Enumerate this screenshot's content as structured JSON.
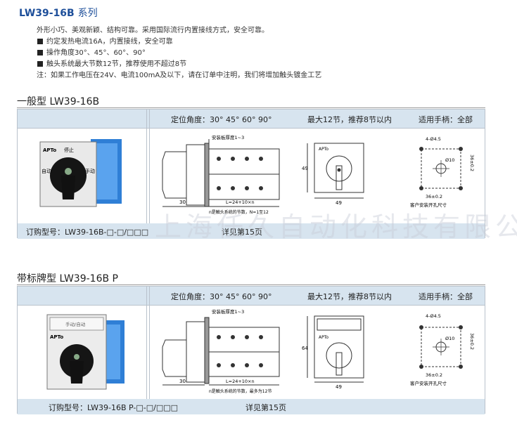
{
  "header": {
    "model": "LW39-16B",
    "series_suffix": "系列"
  },
  "intro": {
    "line1": "外形小巧、美观新颖、结构可靠。采用国际流行内置接线方式，安全可靠。",
    "line2": "约定发热电流16A，内置接线，安全可靠",
    "line3": "操作角度30°、45°、60°、90°",
    "line4": "触头系统最大节数12节，推荐使用不超过8节",
    "line5": "注：如果工作电压在24V、电流100mA及以下，请在订单中注明，我们将增加触头镀金工艺"
  },
  "sections": [
    {
      "title": "一般型 LW39-16B",
      "hdr_angle": "定位角度：30° 45° 60° 90°",
      "hdr_max": "最大12节，推荐8节以内",
      "hdr_handle": "适用手柄：全部",
      "diag_mount": "安装板厚度1~3",
      "diag_len": "L=24+10×n",
      "diag_note": "n是触头系统的节数，N=1至12",
      "diag_30": "30",
      "front_49w": "49",
      "front_49h": "49",
      "hole_a": "4-Ø4.5",
      "hole_b": "Ø10",
      "hole_c": "36±0.2",
      "hole_d": "36±0.2",
      "hole_caption": "客户安装开孔尺寸",
      "order_label": "订购型号：LW39-16B-□-□/□□□",
      "order_ref": "详见第15页",
      "plate_brand": "APTo",
      "plate_top": "停止",
      "plate_left": "自动",
      "plate_right": "手动"
    },
    {
      "title": "带标牌型 LW39-16B P",
      "hdr_angle": "定位角度：30° 45° 60° 90°",
      "hdr_max": "最大12节，推荐8节以内",
      "hdr_handle": "适用手柄：全部",
      "diag_mount": "安装板厚度1~3",
      "diag_len": "L=24+10×n",
      "diag_note": "n是触头系统的节数，最多为12节",
      "diag_30": "30",
      "front_49w": "49",
      "front_64h": "64",
      "hole_a": "4-Ø4.5",
      "hole_b": "Ø10",
      "hole_c": "36±0.2",
      "hole_d": "36±0.2",
      "hole_caption": "客户安装开孔尺寸",
      "order_label": "订购型号：LW39-16B P-□-□/□□□",
      "order_ref": "详见第15页",
      "plate_brand": "APTo",
      "plate_label": "手动/自动"
    }
  ],
  "watermark": "上海任久自动化科技有限公司"
}
